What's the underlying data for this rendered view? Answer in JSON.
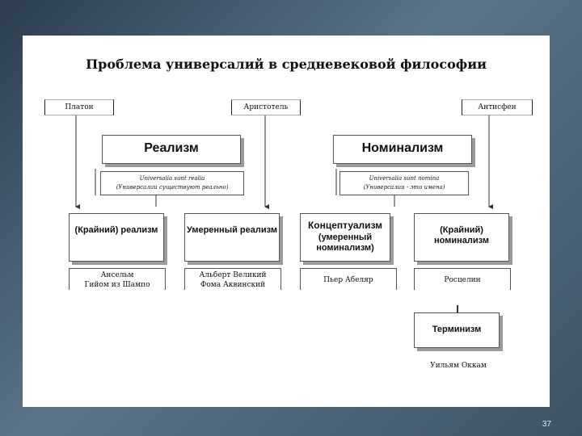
{
  "title": "Проблема универсалий в средневековой философии",
  "philosophers": {
    "plato": "Платон",
    "aristotle": "Аристотель",
    "antisthenes": "Антисфен"
  },
  "realism": {
    "label": "Реализм",
    "thesis": "Universalia sunt realia",
    "thesis_ru": "(Универсалии существуют реально)"
  },
  "nominalism": {
    "label": "Номинализм",
    "thesis": "Universalia sunt nomina",
    "thesis_ru": "(Универсалии - это имена)"
  },
  "branches": {
    "extreme_realism": "(Крайний) реализм",
    "moderate_realism": "Умеренный реализм",
    "conceptualism_line1": "Концептуализм",
    "conceptualism_line2": "(умеренный номинализм)",
    "extreme_nominalism": "(Крайний) номинализм",
    "terminism": "Терминизм"
  },
  "representatives": {
    "extreme_realism_1": "Ансельм",
    "extreme_realism_2": "Гийом из Шампо",
    "moderate_realism_1": "Альберт Великий",
    "moderate_realism_2": "Фома Аквинский",
    "conceptualism": "Пьер Абеляр",
    "extreme_nominalism": "Росцелин",
    "terminism": "Уильям Оккам"
  },
  "page_number": "37"
}
